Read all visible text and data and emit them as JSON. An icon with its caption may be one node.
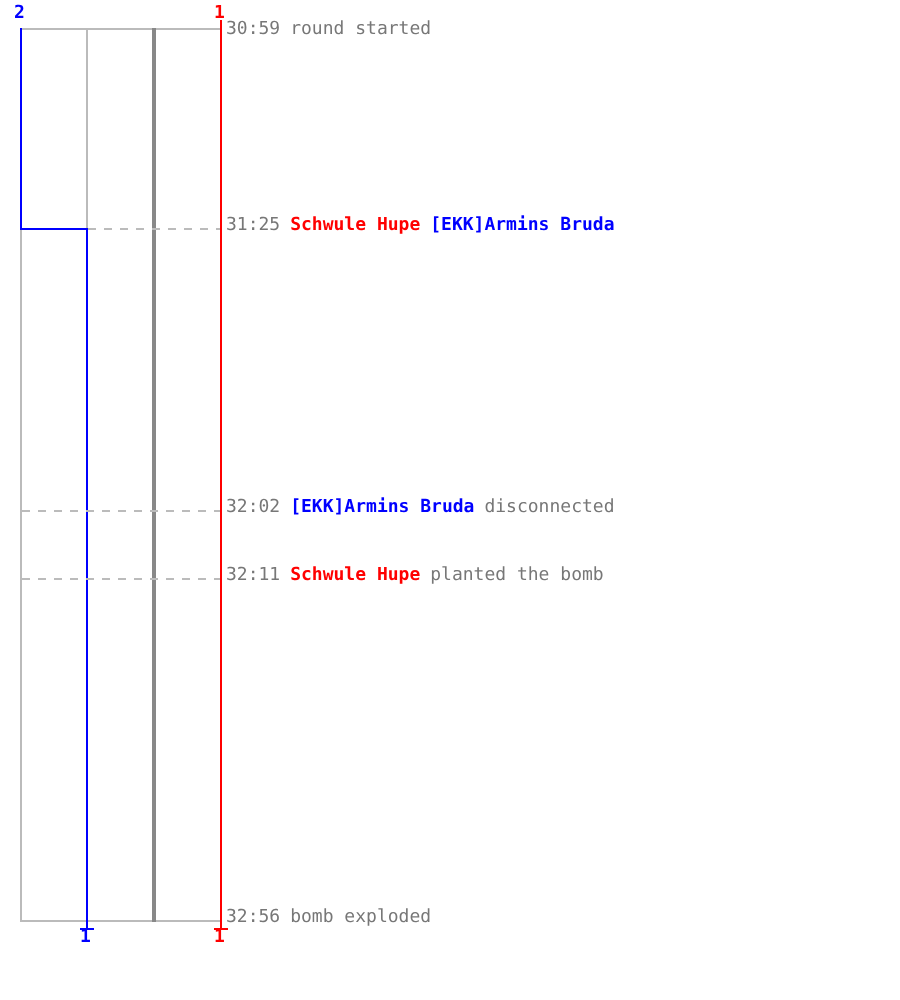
{
  "diagram": {
    "labels": [
      "2",
      "1",
      "30:59",
      "round started",
      "31:25",
      "Schwule Hupe",
      "[EKK]Armins Bruda",
      "32:02",
      "[EKK]Armins Bruda",
      "disconnected",
      "32:11",
      "Schwule Hupe",
      "planted the bomb",
      "1",
      "1",
      "32:56",
      "bomb exploded"
    ]
  }
}
